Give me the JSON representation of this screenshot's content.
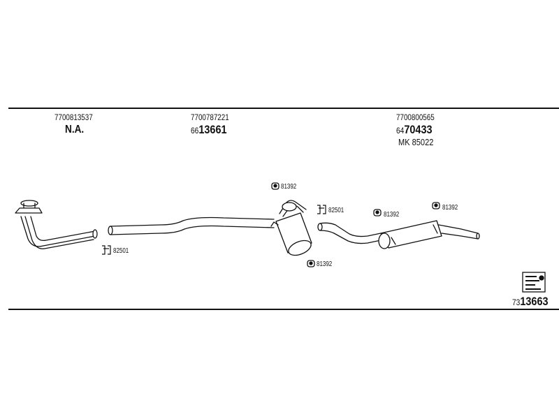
{
  "columns": [
    {
      "oem": "7700813537",
      "status": "N.A."
    },
    {
      "oem": "7700787221",
      "part_prefix": "66",
      "part_main": "13661"
    },
    {
      "oem": "7700800565",
      "part_prefix": "64",
      "part_main": "70433",
      "mk": "MK  85022"
    }
  ],
  "hardware_labels": {
    "rubber_hanger_top": "81392",
    "rubber_hanger_bottom": "81392",
    "rubber_hanger_rear_left": "81392",
    "rubber_hanger_rear_right": "81392",
    "clamp_front": "82501",
    "clamp_middle": "82501"
  },
  "kit": {
    "prefix": "73",
    "main": "13663"
  },
  "icons": [
    "kit-box-icon",
    "rubber-hanger-icon",
    "clamp-icon"
  ]
}
